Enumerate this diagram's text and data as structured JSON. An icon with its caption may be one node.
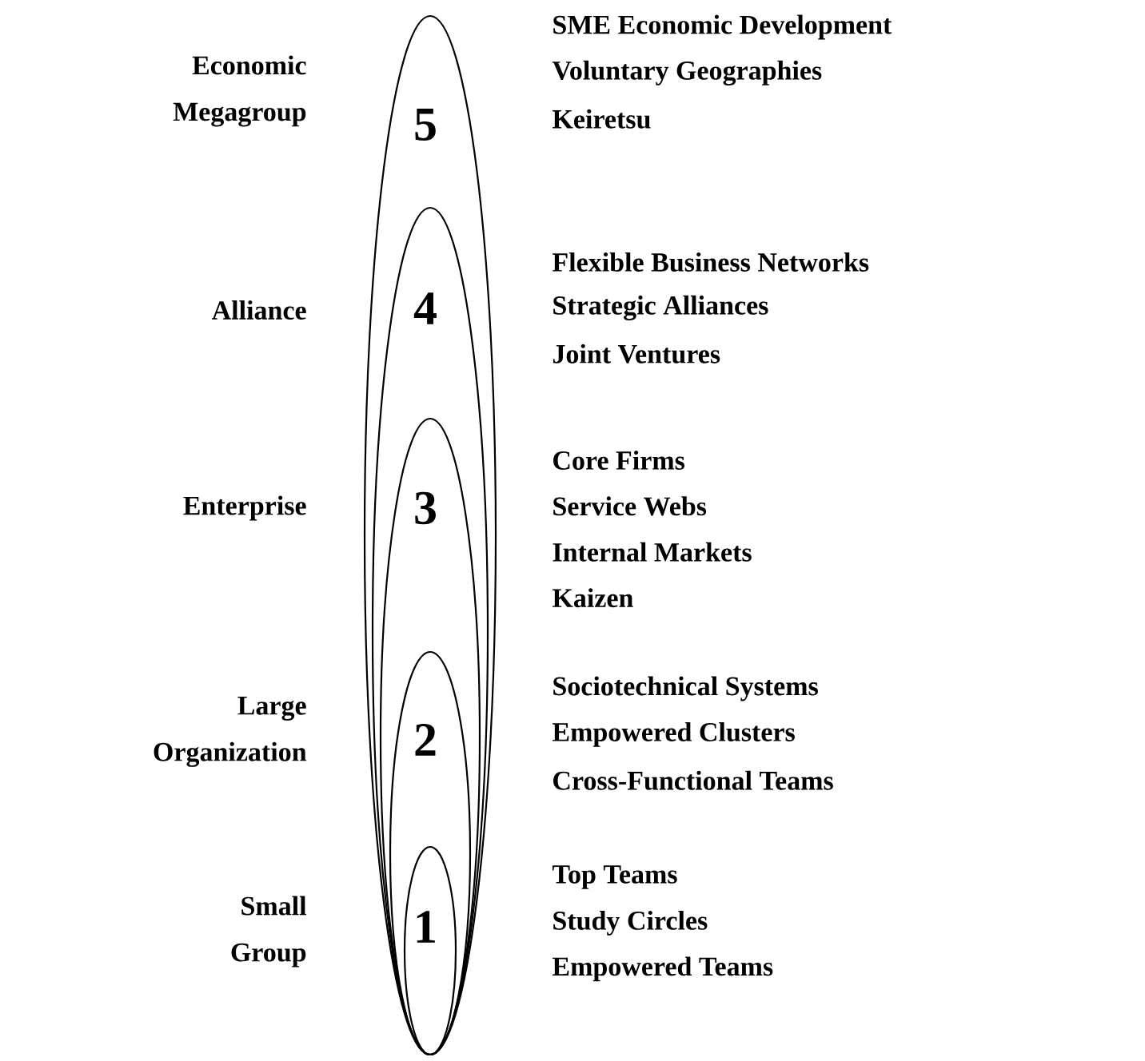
{
  "diagram": {
    "nodes": [
      {
        "text": [
          "5"
        ],
        "beside": [
          "Economic Megagroup",
          "SME Economic Development",
          "Voluntary Geographies",
          "Keiretsu"
        ]
      },
      {
        "text": [
          "4"
        ],
        "in": 0,
        "beside": [
          "Alliance",
          "Flexible Business Networks",
          "Strategic Alliances",
          "Joint Ventures"
        ]
      },
      {
        "text": [
          "3"
        ],
        "in": 1,
        "beside": [
          "Enterprise",
          "Core Firms",
          "Service Webs",
          "Internal Markets",
          "Kaizen"
        ]
      },
      {
        "text": [
          "2"
        ],
        "in": 2,
        "beside": [
          "Large Organization",
          "Sociotechnical Systems",
          "Empowered Clusters",
          "Cross-Functional Teams"
        ]
      },
      {
        "text": [
          "1"
        ],
        "in": 3,
        "beside": [
          "Small Group",
          "Top Teams",
          "Study Circles",
          "Empowered Teams"
        ]
      }
    ]
  }
}
